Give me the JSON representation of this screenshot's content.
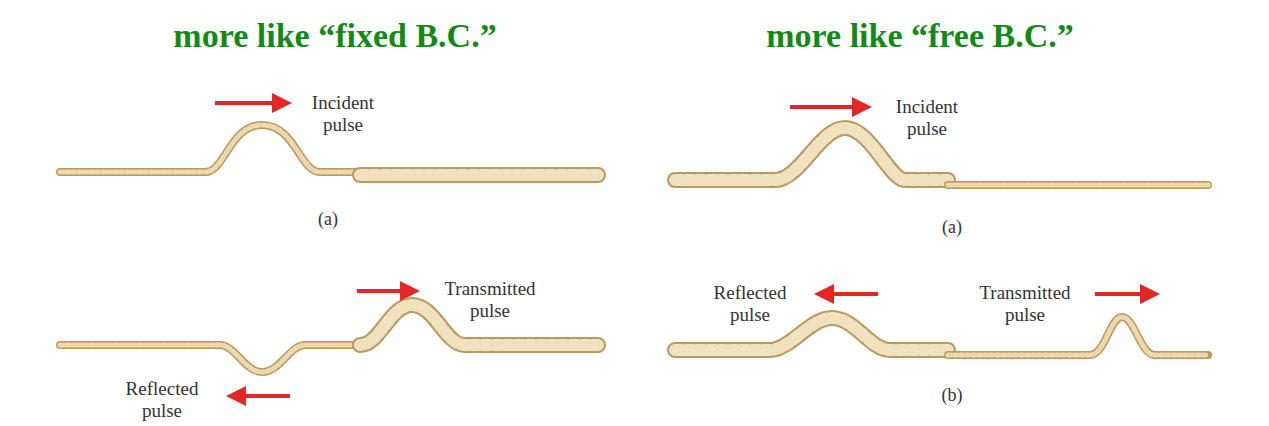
{
  "diagram": {
    "labels": [
      "more like “fixed B.C.”",
      "more like “free B.C.”",
      "Incident pulse",
      "(a)",
      "Transmitted pulse",
      "Reflected pulse",
      "Incident pulse",
      "(a)",
      "Reflected pulse",
      "Transmitted pulse",
      "(b)"
    ]
  }
}
